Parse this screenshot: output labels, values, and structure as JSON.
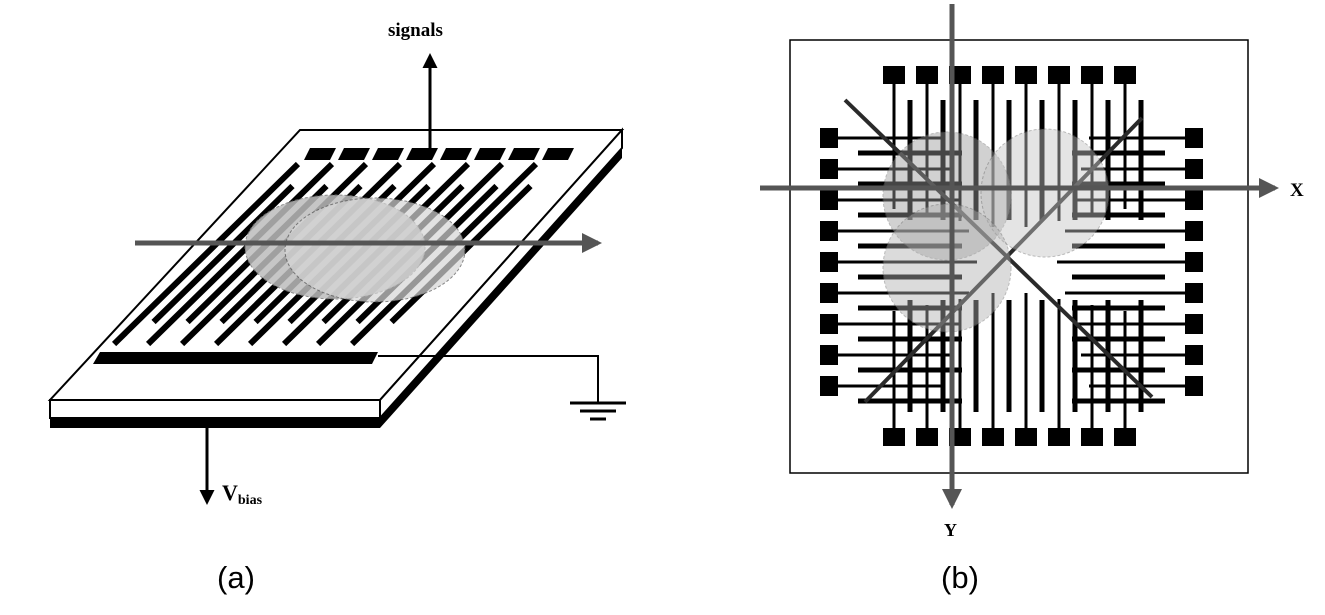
{
  "panel_a": {
    "label": "(a)",
    "signals_label": "signals",
    "vbias_label": "V",
    "vbias_subscript": "bias"
  },
  "panel_b": {
    "label": "(b)",
    "x_axis_label": "X",
    "y_axis_label": "Y"
  },
  "colors": {
    "ink": "#000000",
    "axis_arrow": "#555555",
    "beam_fill": "#b0b0b0",
    "background": "#ffffff"
  }
}
